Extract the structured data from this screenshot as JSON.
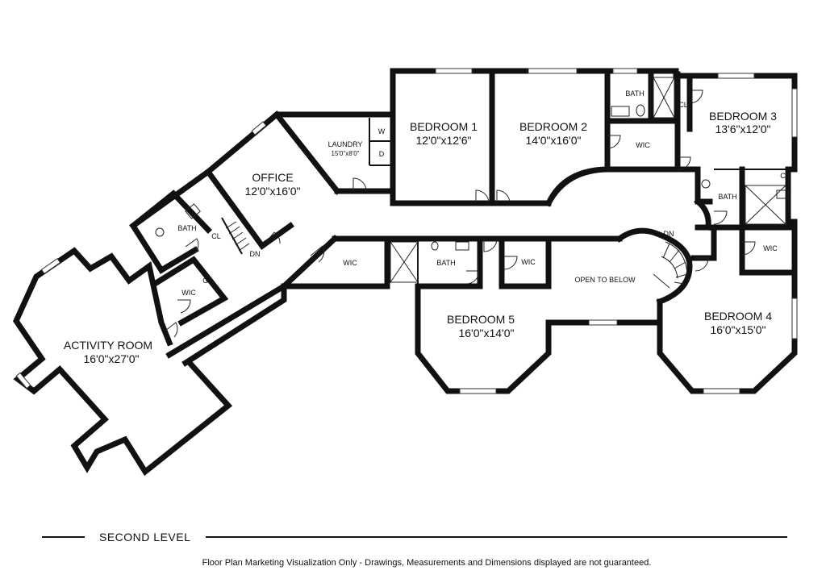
{
  "rooms": {
    "bedroom1": {
      "name": "BEDROOM 1",
      "dims": "12'0\"x12'6\""
    },
    "bedroom2": {
      "name": "BEDROOM 2",
      "dims": "14'0\"x16'0\""
    },
    "bedroom3": {
      "name": "BEDROOM 3",
      "dims": "13'6\"x12'0\""
    },
    "bedroom4": {
      "name": "BEDROOM 4",
      "dims": "16'0\"x15'0\""
    },
    "bedroom5": {
      "name": "BEDROOM 5",
      "dims": "16'0\"x14'0\""
    },
    "office": {
      "name": "OFFICE",
      "dims": "12'0\"x16'0\""
    },
    "laundry": {
      "name": "LAUNDRY",
      "dims": "15'0\"x8'0\""
    },
    "activity": {
      "name": "ACTIVITY ROOM",
      "dims": "16'0\"x27'0\""
    },
    "open_to_below": "OPEN TO BELOW"
  },
  "small_labels": {
    "bath": "BATH",
    "wic": "WIC",
    "cl": "CL",
    "dn": "DN",
    "washer": "W",
    "dryer": "D"
  },
  "footer": {
    "level": "SECOND LEVEL",
    "disclaimer": "Floor Plan Marketing Visualization Only - Drawings, Measurements and Dimensions displayed are not guaranteed."
  }
}
